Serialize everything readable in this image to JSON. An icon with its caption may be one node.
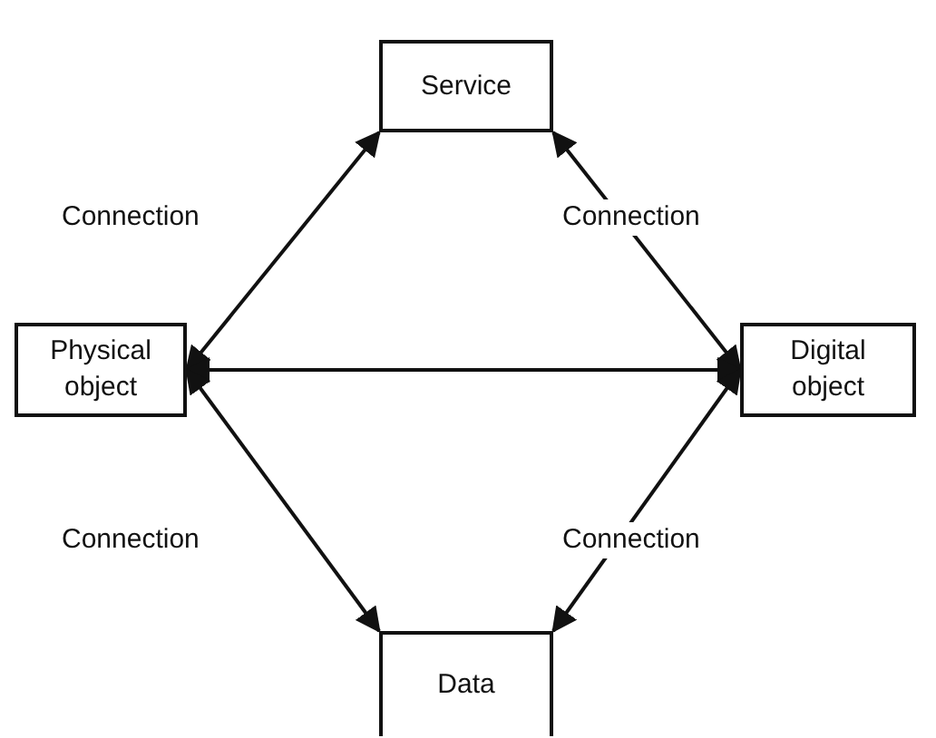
{
  "diagram": {
    "nodes": [
      {
        "text": [
          "Service"
        ]
      },
      {
        "text": [
          "Physical object"
        ]
      },
      {
        "text": [
          "Digital object"
        ]
      },
      {
        "text": [
          "Data"
        ]
      }
    ],
    "edges": [
      {
        "from": 0,
        "to": 1,
        "arrow": "both",
        "label": "Connection"
      },
      {
        "from": 0,
        "to": 2,
        "arrow": "both",
        "label": "Connection"
      },
      {
        "from": 1,
        "to": 2,
        "arrow": "both"
      },
      {
        "from": 1,
        "to": 3,
        "arrow": "both",
        "label": "Connection"
      },
      {
        "from": 2,
        "to": 3,
        "arrow": "both",
        "label": "Connection"
      }
    ]
  }
}
